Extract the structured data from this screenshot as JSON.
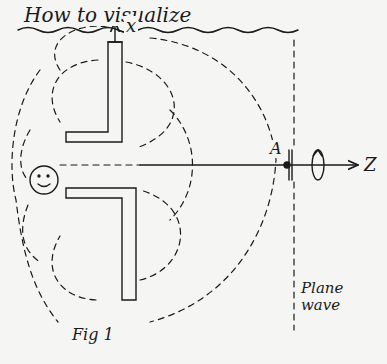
{
  "diagram": {
    "title": "How to visualize",
    "caption": "Fig 1",
    "labels": [
      "x",
      "A",
      "Z",
      "Plane wave"
    ]
  }
}
